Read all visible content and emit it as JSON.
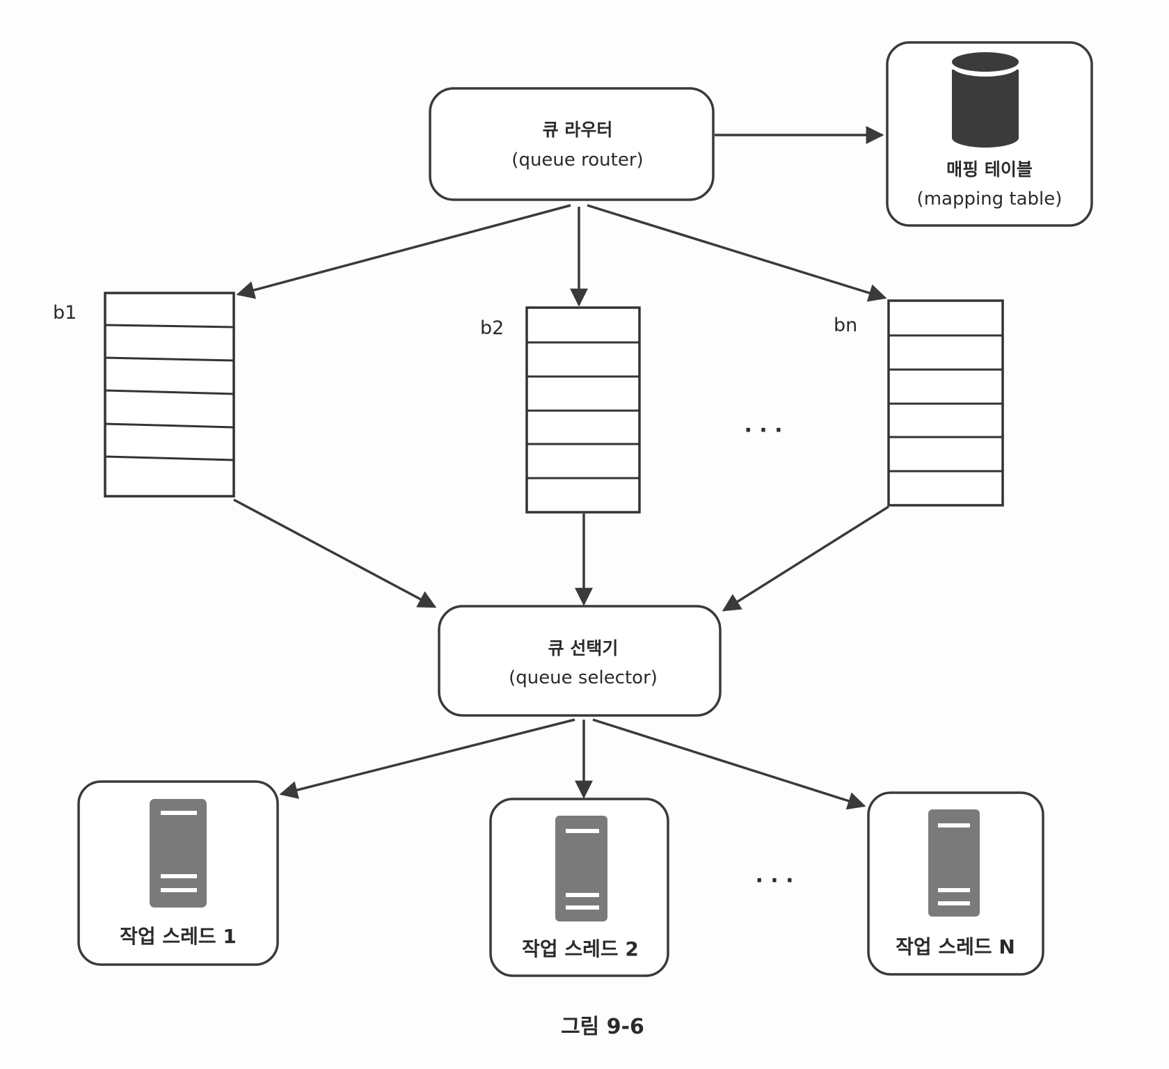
{
  "router": {
    "title_kr": "큐 라우터",
    "title_en": "(queue router)"
  },
  "mapping_table": {
    "title_kr": "매핑 테이블",
    "title_en": "(mapping table)",
    "icon": "database-icon"
  },
  "queues": [
    {
      "label": "b1",
      "slots": 6
    },
    {
      "label": "b2",
      "slots": 6
    },
    {
      "label": "bn",
      "slots": 6
    }
  ],
  "queue_ellipsis": "· · ·",
  "selector": {
    "title_kr": "큐 선택기",
    "title_en": "(queue selector)"
  },
  "workers": [
    {
      "label": "작업 스레드 1",
      "icon": "server-icon"
    },
    {
      "label": "작업 스레드 2",
      "icon": "server-icon"
    },
    {
      "label": "작업 스레드 N",
      "icon": "server-icon"
    }
  ],
  "worker_ellipsis": "· · ·",
  "caption": "그림 9-6",
  "colors": {
    "stroke": "#3a3a3a",
    "database": "#3b3b3b",
    "server": "#7a7a7a"
  }
}
